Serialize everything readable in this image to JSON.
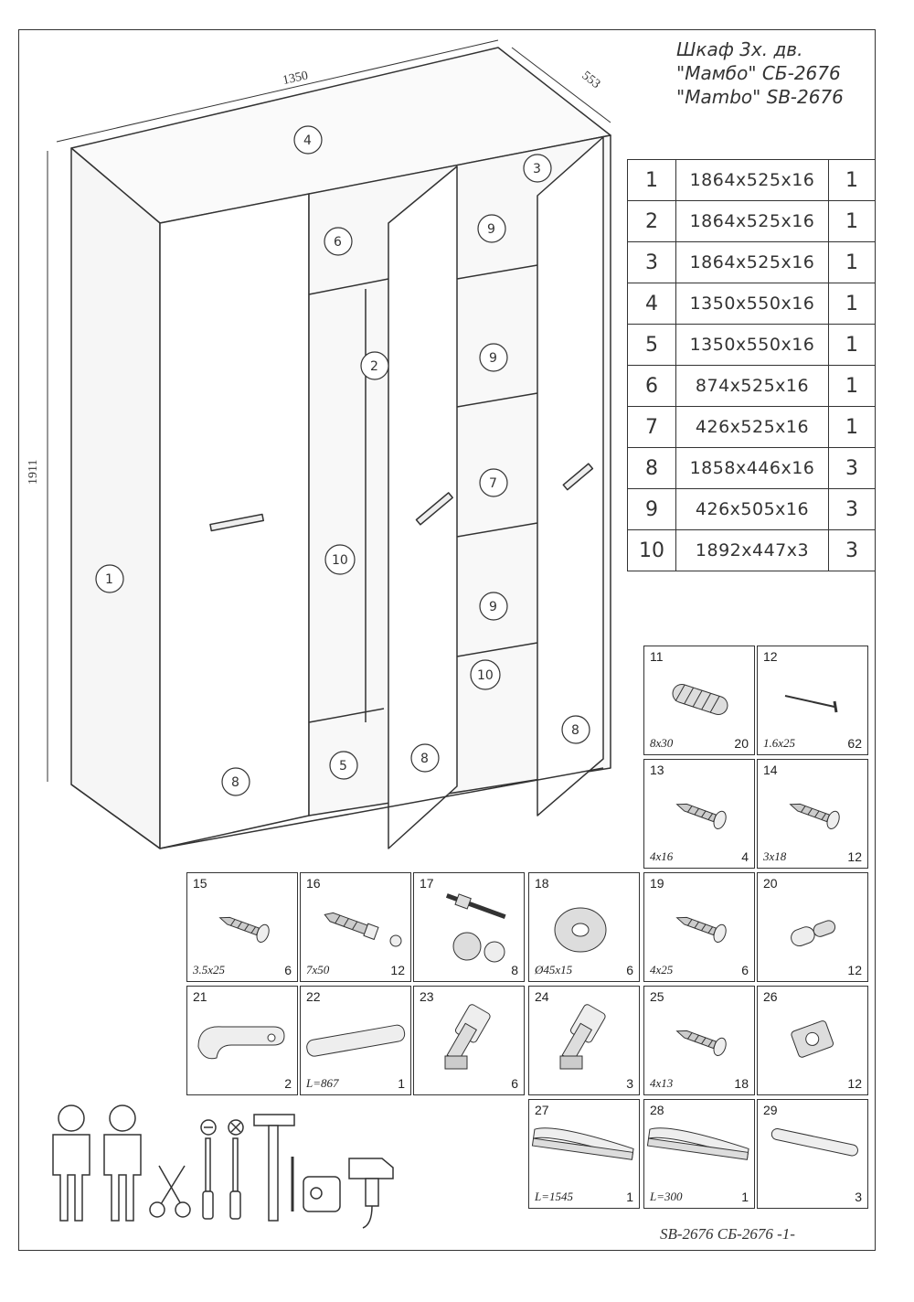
{
  "header": {
    "title_ru": "Шкаф 3х. дв.",
    "title_model_ru": "\"Мамбо\" СБ-2676",
    "title_model_en": "\"Mambo\" SB-2676"
  },
  "dimensions": {
    "width": "1350",
    "depth": "553",
    "height": "1911"
  },
  "drawing_callouts": [
    "1",
    "2",
    "3",
    "4",
    "5",
    "6",
    "7",
    "8",
    "9",
    "10"
  ],
  "parts": [
    {
      "no": "1",
      "size": "1864x525x16",
      "qty": "1"
    },
    {
      "no": "2",
      "size": "1864x525x16",
      "qty": "1"
    },
    {
      "no": "3",
      "size": "1864x525x16",
      "qty": "1"
    },
    {
      "no": "4",
      "size": "1350x550x16",
      "qty": "1"
    },
    {
      "no": "5",
      "size": "1350x550x16",
      "qty": "1"
    },
    {
      "no": "6",
      "size": "874x525x16",
      "qty": "1"
    },
    {
      "no": "7",
      "size": "426x525x16",
      "qty": "1"
    },
    {
      "no": "8",
      "size": "1858x446x16",
      "qty": "3"
    },
    {
      "no": "9",
      "size": "426x505x16",
      "qty": "3"
    },
    {
      "no": "10",
      "size": "1892x447x3",
      "qty": "3"
    }
  ],
  "hardware": [
    {
      "no": "11",
      "size": "8x30",
      "qty": "20",
      "icon": "dowel-icon"
    },
    {
      "no": "12",
      "size": "1.6x25",
      "qty": "62",
      "icon": "nail-icon"
    },
    {
      "no": "13",
      "size": "4x16",
      "qty": "4",
      "icon": "screw-icon"
    },
    {
      "no": "14",
      "size": "3x18",
      "qty": "12",
      "icon": "screw-icon"
    },
    {
      "no": "15",
      "size": "3.5x25",
      "qty": "6",
      "icon": "screw-icon"
    },
    {
      "no": "16",
      "size": "7x50",
      "qty": "12",
      "icon": "confirmat-screw-icon"
    },
    {
      "no": "17",
      "size": "",
      "qty": "8",
      "icon": "cam-lock-icon"
    },
    {
      "no": "18",
      "size": "Ø45x15",
      "qty": "6",
      "icon": "furniture-foot-icon"
    },
    {
      "no": "19",
      "size": "4x25",
      "qty": "6",
      "icon": "screw-icon"
    },
    {
      "no": "20",
      "size": "",
      "qty": "12",
      "icon": "shelf-pin-icon"
    },
    {
      "no": "21",
      "size": "",
      "qty": "2",
      "icon": "rod-holder-icon"
    },
    {
      "no": "22",
      "size": "L=867",
      "qty": "1",
      "icon": "hanging-rod-icon"
    },
    {
      "no": "23",
      "size": "",
      "qty": "6",
      "icon": "hinge-icon"
    },
    {
      "no": "24",
      "size": "",
      "qty": "3",
      "icon": "hinge-icon"
    },
    {
      "no": "25",
      "size": "4x13",
      "qty": "18",
      "icon": "screw-icon"
    },
    {
      "no": "26",
      "size": "",
      "qty": "12",
      "icon": "mounting-plate-icon"
    },
    {
      "no": "27",
      "size": "L=1545",
      "qty": "1",
      "icon": "handle-profile-icon"
    },
    {
      "no": "28",
      "size": "L=300",
      "qty": "1",
      "icon": "handle-profile-icon"
    },
    {
      "no": "29",
      "size": "",
      "qty": "3",
      "icon": "handle-icon"
    }
  ],
  "footer": {
    "text": "SB-2676  СБ-2676   -1-"
  }
}
